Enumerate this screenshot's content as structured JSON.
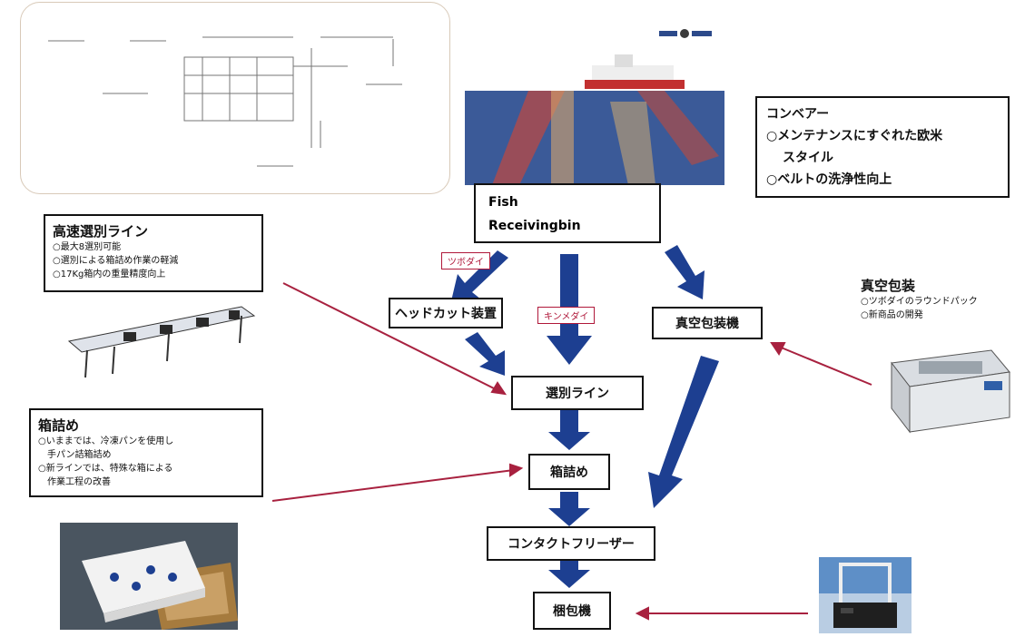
{
  "colors": {
    "arrow_blue": "#1d3f91",
    "connector_red": "#a8213f",
    "tag_red": "#b0183a",
    "box_border": "#111111"
  },
  "flow_nodes": {
    "fish_bin_line1": "Fish",
    "fish_bin_line2": "Receivingbin",
    "head_cut": "ヘッドカット装置",
    "vacuum_machine": "真空包装機",
    "sorting_line": "選別ライン",
    "boxing": "箱詰め",
    "contact_freezer": "コンタクトフリーザー",
    "packing_machine": "梱包機"
  },
  "tags": {
    "tsubodai": "ツボダイ",
    "kinmedai": "キンメダイ"
  },
  "conveyor_box": {
    "title": "コンベアー",
    "lines": [
      "○メンテナンスにすぐれた欧米",
      "スタイル",
      "○ベルトの洗浄性向上"
    ]
  },
  "sorting_box": {
    "title": "高速選別ライン",
    "lines": [
      "○最大8選別可能",
      "○選別による箱詰め作業の軽減",
      "○17Kg箱内の重量精度向上"
    ]
  },
  "boxing_box": {
    "title": "箱詰め",
    "lines": [
      "○いままでは、冷凍パンを使用し",
      "　手パン詰箱詰め",
      "○新ラインでは、特殊な箱による",
      "　作業工程の改善"
    ]
  },
  "vacuum_box": {
    "title": "真空包装",
    "lines": [
      "○ツボダイのラウンドパック",
      "○新商品の開発"
    ]
  }
}
